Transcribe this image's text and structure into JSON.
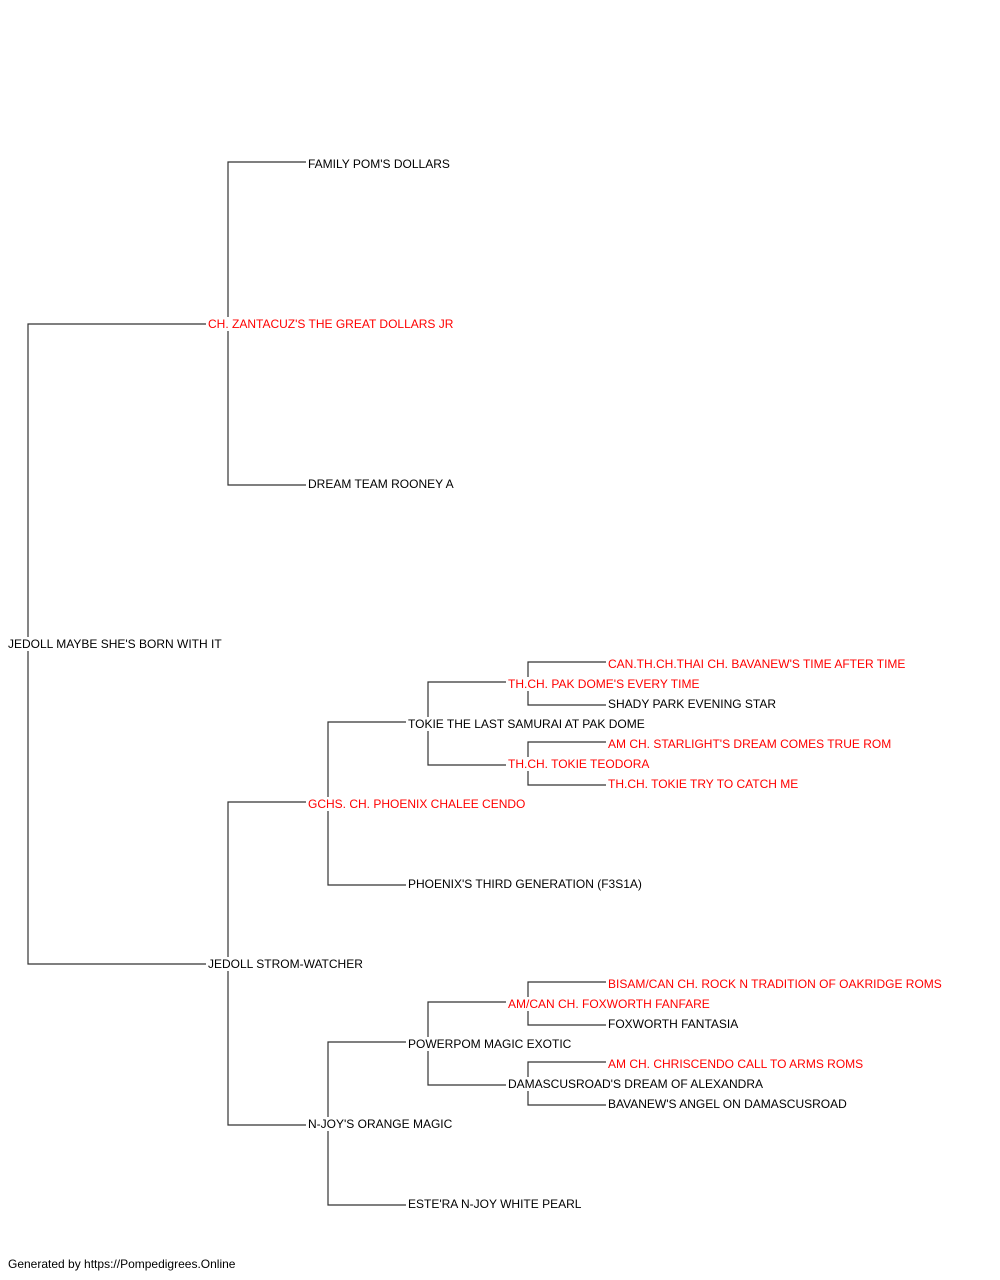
{
  "footer": "Generated by https://Pompedigrees.Online",
  "colors": {
    "line": "#333333",
    "champion": "#ff0000",
    "normal": "#000000"
  },
  "pedigree": {
    "subject": {
      "name": "JEDOLL MAYBE SHE'S BORN WITH IT",
      "champion": false
    },
    "sire": {
      "name": "CH. ZANTACUZ'S THE GREAT DOLLARS JR",
      "champion": true
    },
    "dam": {
      "name": "JEDOLL STROM-WATCHER",
      "champion": false
    },
    "sire_sire": {
      "name": "FAMILY POM'S DOLLARS",
      "champion": false
    },
    "sire_dam": {
      "name": "DREAM TEAM ROONEY A",
      "champion": false
    },
    "dam_sire": {
      "name": "GCHS. CH. PHOENIX CHALEE CENDO",
      "champion": true
    },
    "dam_dam": {
      "name": "N-JOY'S ORANGE MAGIC",
      "champion": false
    },
    "dam_sire_sire": {
      "name": "TOKIE THE LAST SAMURAI AT PAK DOME",
      "champion": false
    },
    "dam_sire_dam": {
      "name": "PHOENIX'S THIRD GENERATION (F3S1A)",
      "champion": false
    },
    "dam_dam_sire": {
      "name": "POWERPOM MAGIC EXOTIC",
      "champion": false
    },
    "dam_dam_dam": {
      "name": "ESTE'RA N-JOY WHITE PEARL",
      "champion": false
    },
    "dss_sire": {
      "name": "TH.CH. PAK DOME'S EVERY TIME",
      "champion": true
    },
    "dss_dam": {
      "name": "TH.CH. TOKIE TEODORA",
      "champion": true
    },
    "dds_sire": {
      "name": "AM/CAN CH. FOXWORTH FANFARE",
      "champion": true
    },
    "dds_dam": {
      "name": "DAMASCUSROAD'S DREAM OF ALEXANDRA",
      "champion": false
    },
    "dsss": {
      "name": "CAN.TH.CH.THAI CH. BAVANEW'S TIME AFTER TIME",
      "champion": true
    },
    "dssd": {
      "name": "SHADY PARK EVENING STAR",
      "champion": false
    },
    "dsds": {
      "name": "AM CH. STARLIGHT'S DREAM COMES TRUE ROM",
      "champion": true
    },
    "dsdd": {
      "name": "TH.CH. TOKIE TRY TO CATCH ME",
      "champion": true
    },
    "ddss": {
      "name": "BISAM/CAN CH. ROCK N TRADITION OF OAKRIDGE ROMS",
      "champion": true
    },
    "ddsd": {
      "name": "FOXWORTH FANTASIA",
      "champion": false
    },
    "ddds": {
      "name": "AM CH. CHRISCENDO CALL TO ARMS ROMS",
      "champion": true
    },
    "dddd": {
      "name": "BAVANEW'S ANGEL ON DAMASCUSROAD",
      "champion": false
    }
  }
}
